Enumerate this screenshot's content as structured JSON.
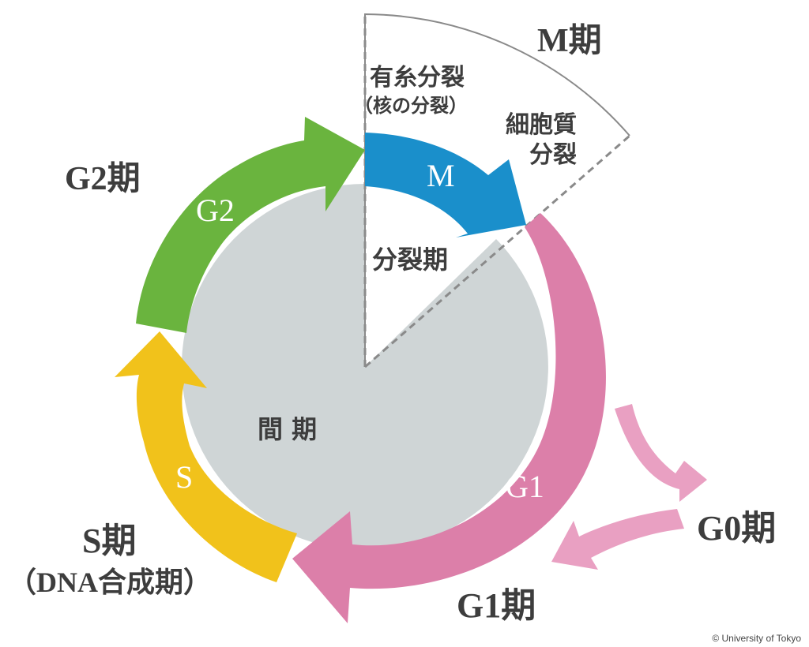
{
  "labels": {
    "m_phase": "M期",
    "mitosis": "有糸分裂",
    "mitosis_note": "（核の分裂）",
    "cytokinesis_line1": "細胞質",
    "cytokinesis_line2": "分裂",
    "division_phase": "分裂期",
    "interphase": "間 期",
    "g2_phase": "G2期",
    "s_phase": "S期",
    "s_phase_note": "（DNA合成期）",
    "g1_phase": "G1期",
    "g0_phase": "G0期"
  },
  "arrows": {
    "m": "M",
    "g2": "G2",
    "s": "S",
    "g1": "G1"
  },
  "colors": {
    "m": "#1a8fcb",
    "g2": "#6ab43e",
    "s": "#f1c21b",
    "g1": "#dc7fa9",
    "g0": "#e9a0c2",
    "interphase_fill": "#cfd5d6"
  },
  "credit": "© University of Tokyo"
}
